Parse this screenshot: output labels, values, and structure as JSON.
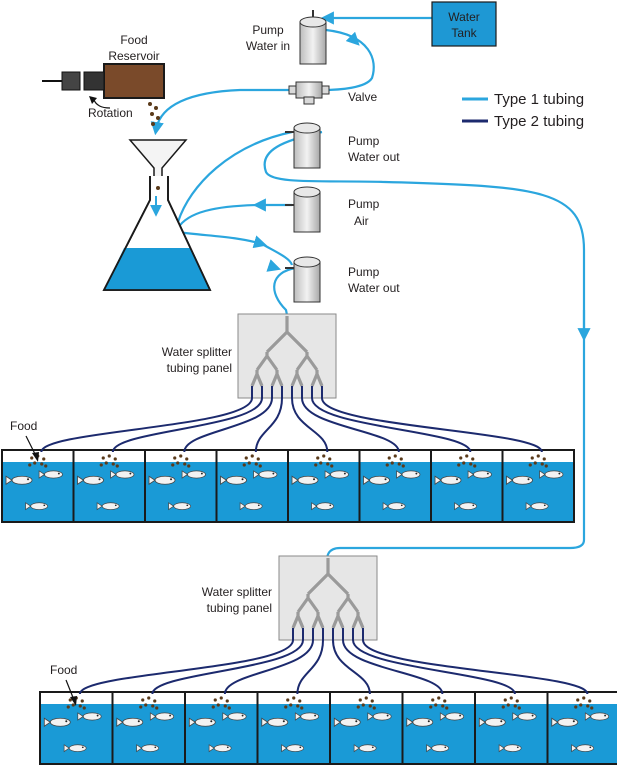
{
  "labels": {
    "water_tank": [
      "Water",
      "Tank"
    ],
    "food_reservoir": [
      "Food",
      "Reservoir"
    ],
    "rotation": "Rotation",
    "pump_water_in": [
      "Pump",
      "Water in"
    ],
    "valve": "Valve",
    "pump_water_out_1": [
      "Pump",
      "Water out"
    ],
    "pump_air": [
      "Pump",
      "Air"
    ],
    "pump_water_out_2": [
      "Pump",
      "Water out"
    ],
    "splitter_1": [
      "Water splitter",
      "tubing panel"
    ],
    "splitter_2": [
      "Water splitter",
      "tubing panel"
    ],
    "food_1": "Food",
    "food_2": "Food"
  },
  "legend": [
    {
      "label": "Type 1 tubing",
      "color": "#2ba6de"
    },
    {
      "label": "Type 2 tubing",
      "color": "#1c2a6e"
    }
  ],
  "colors": {
    "type1": "#2ba6de",
    "type2": "#1c2a6e",
    "water": "#1a9ad6",
    "tank_fill": "#1e98d4",
    "splitter_panel": "#e6e6e6",
    "splitter_branch": "#9a9a9a",
    "reservoir_fill": "#7a4a2a",
    "food_pellet": "#5a3a1a"
  },
  "aquaria": {
    "row1_count": 8,
    "row2_count": 8
  }
}
